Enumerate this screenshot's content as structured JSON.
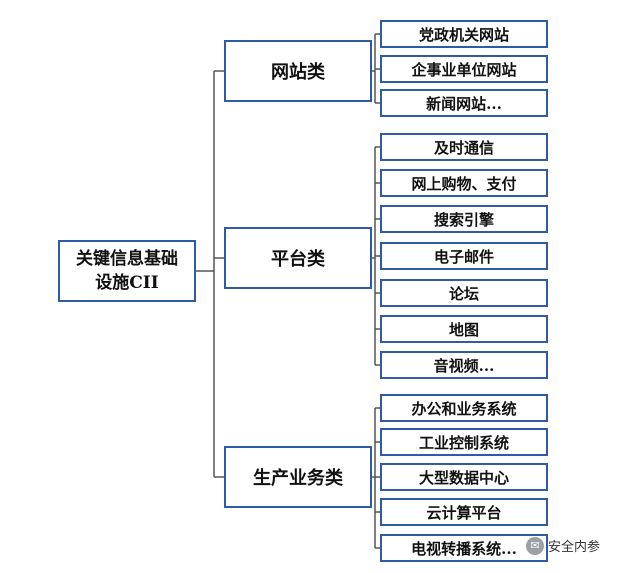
{
  "root": {
    "line1": "关键信息基础",
    "line2": "设施CII"
  },
  "categories": [
    {
      "label": "网站类",
      "items": [
        "党政机关网站",
        "企事业单位网站",
        "新闻网站..."
      ]
    },
    {
      "label": "平台类",
      "items": [
        "及时通信",
        "网上购物、支付",
        "搜索引擎",
        "电子邮件",
        "论坛",
        "地图",
        "音视频..."
      ]
    },
    {
      "label": "生产业务类",
      "items": [
        "办公和业务系统",
        "工业控制系统",
        "大型数据中心",
        "云计算平台",
        "电视转播系统..."
      ]
    }
  ],
  "watermark": {
    "text": "安全内参",
    "icon": "wechat-icon"
  },
  "colors": {
    "border": "#2e5aa8",
    "line": "#555555"
  }
}
